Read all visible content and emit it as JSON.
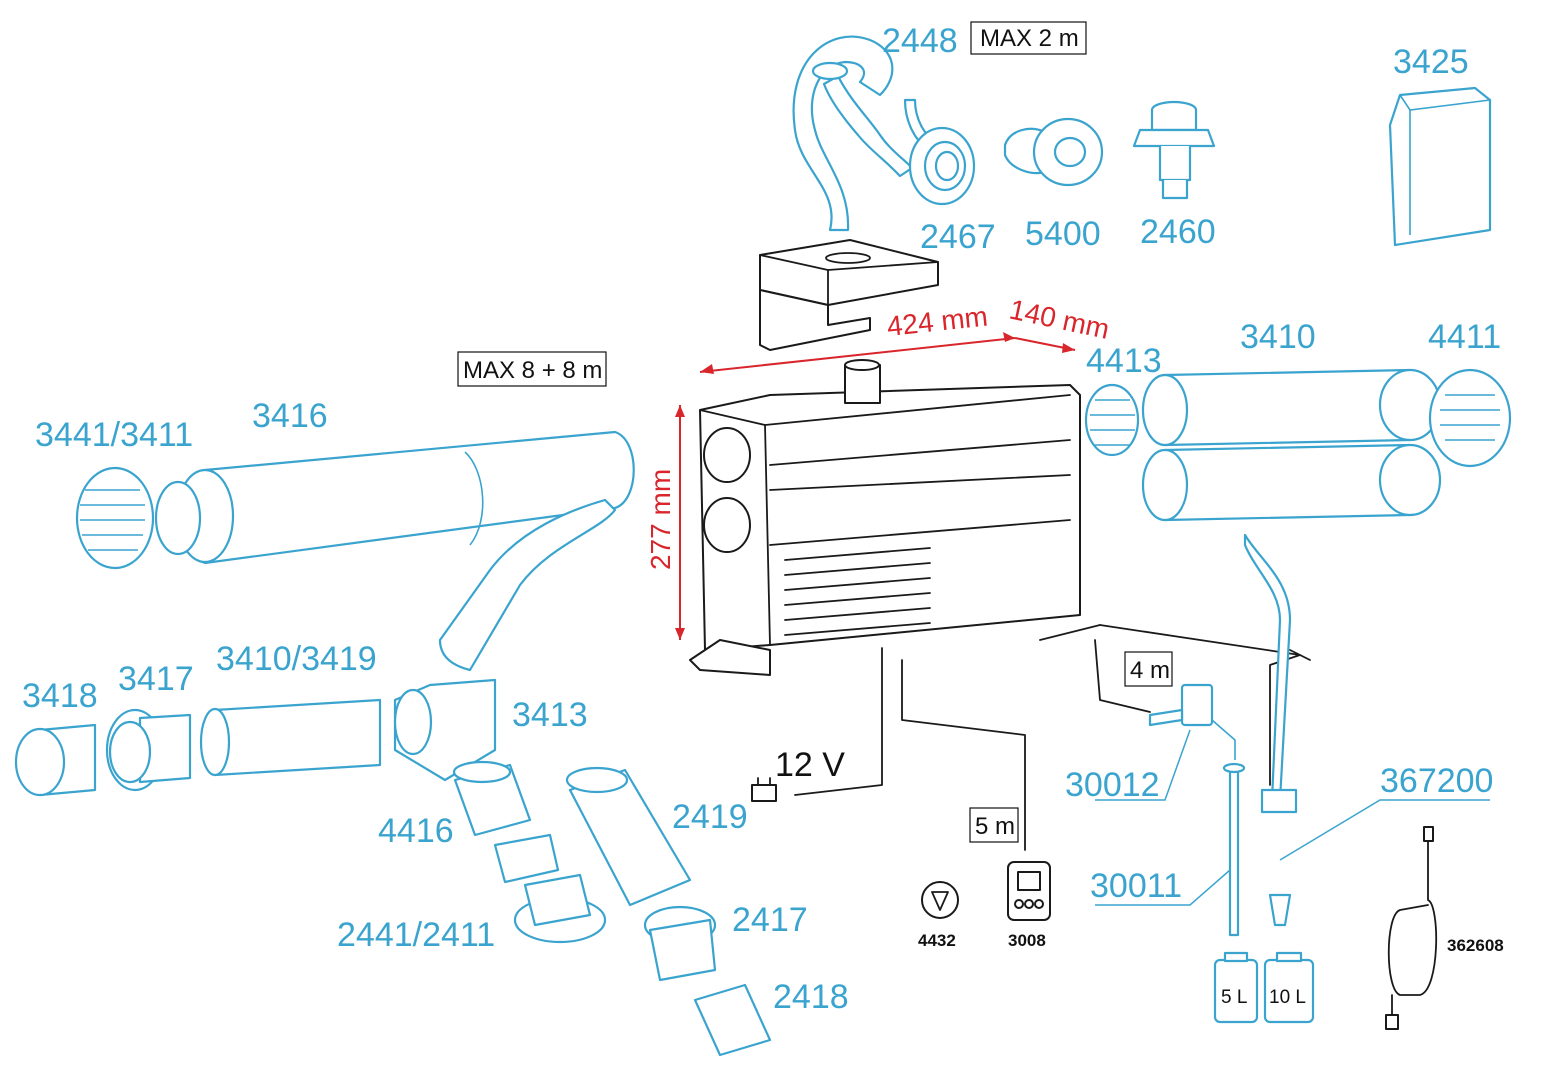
{
  "colors": {
    "parts": "#3aa4cf",
    "dimensions": "#d9262c",
    "heater": "#1a1a1a"
  },
  "part_numbers": {
    "p2448": "2448",
    "p2467": "2467",
    "p5400": "5400",
    "p2460": "2460",
    "p3425": "3425",
    "p3441_3411": "3441/3411",
    "p3416": "3416",
    "p3418": "3418",
    "p3417": "3417",
    "p3410_3419": "3410/3419",
    "p3413": "3413",
    "p4416": "4416",
    "p2419": "2419",
    "p2441_2411": "2441/2411",
    "p2417": "2417",
    "p2418": "2418",
    "p4413": "4413",
    "p3410": "3410",
    "p4411": "4411",
    "p30012": "30012",
    "p30011": "30011",
    "p367200": "367200"
  },
  "dimensions": {
    "width": "424 mm",
    "depth": "140 mm",
    "height": "277 mm"
  },
  "boxes": {
    "max_exhaust": "MAX 2 m",
    "max_air": "MAX 8 + 8 m",
    "fuel_line": "4 m",
    "control_cable": "5 m"
  },
  "electrical": {
    "voltage": "12 V"
  },
  "accessories": {
    "a4432": "4432",
    "a3008": "3008",
    "a362608": "362608"
  },
  "tanks": {
    "small": "5 L",
    "large": "10 L"
  }
}
